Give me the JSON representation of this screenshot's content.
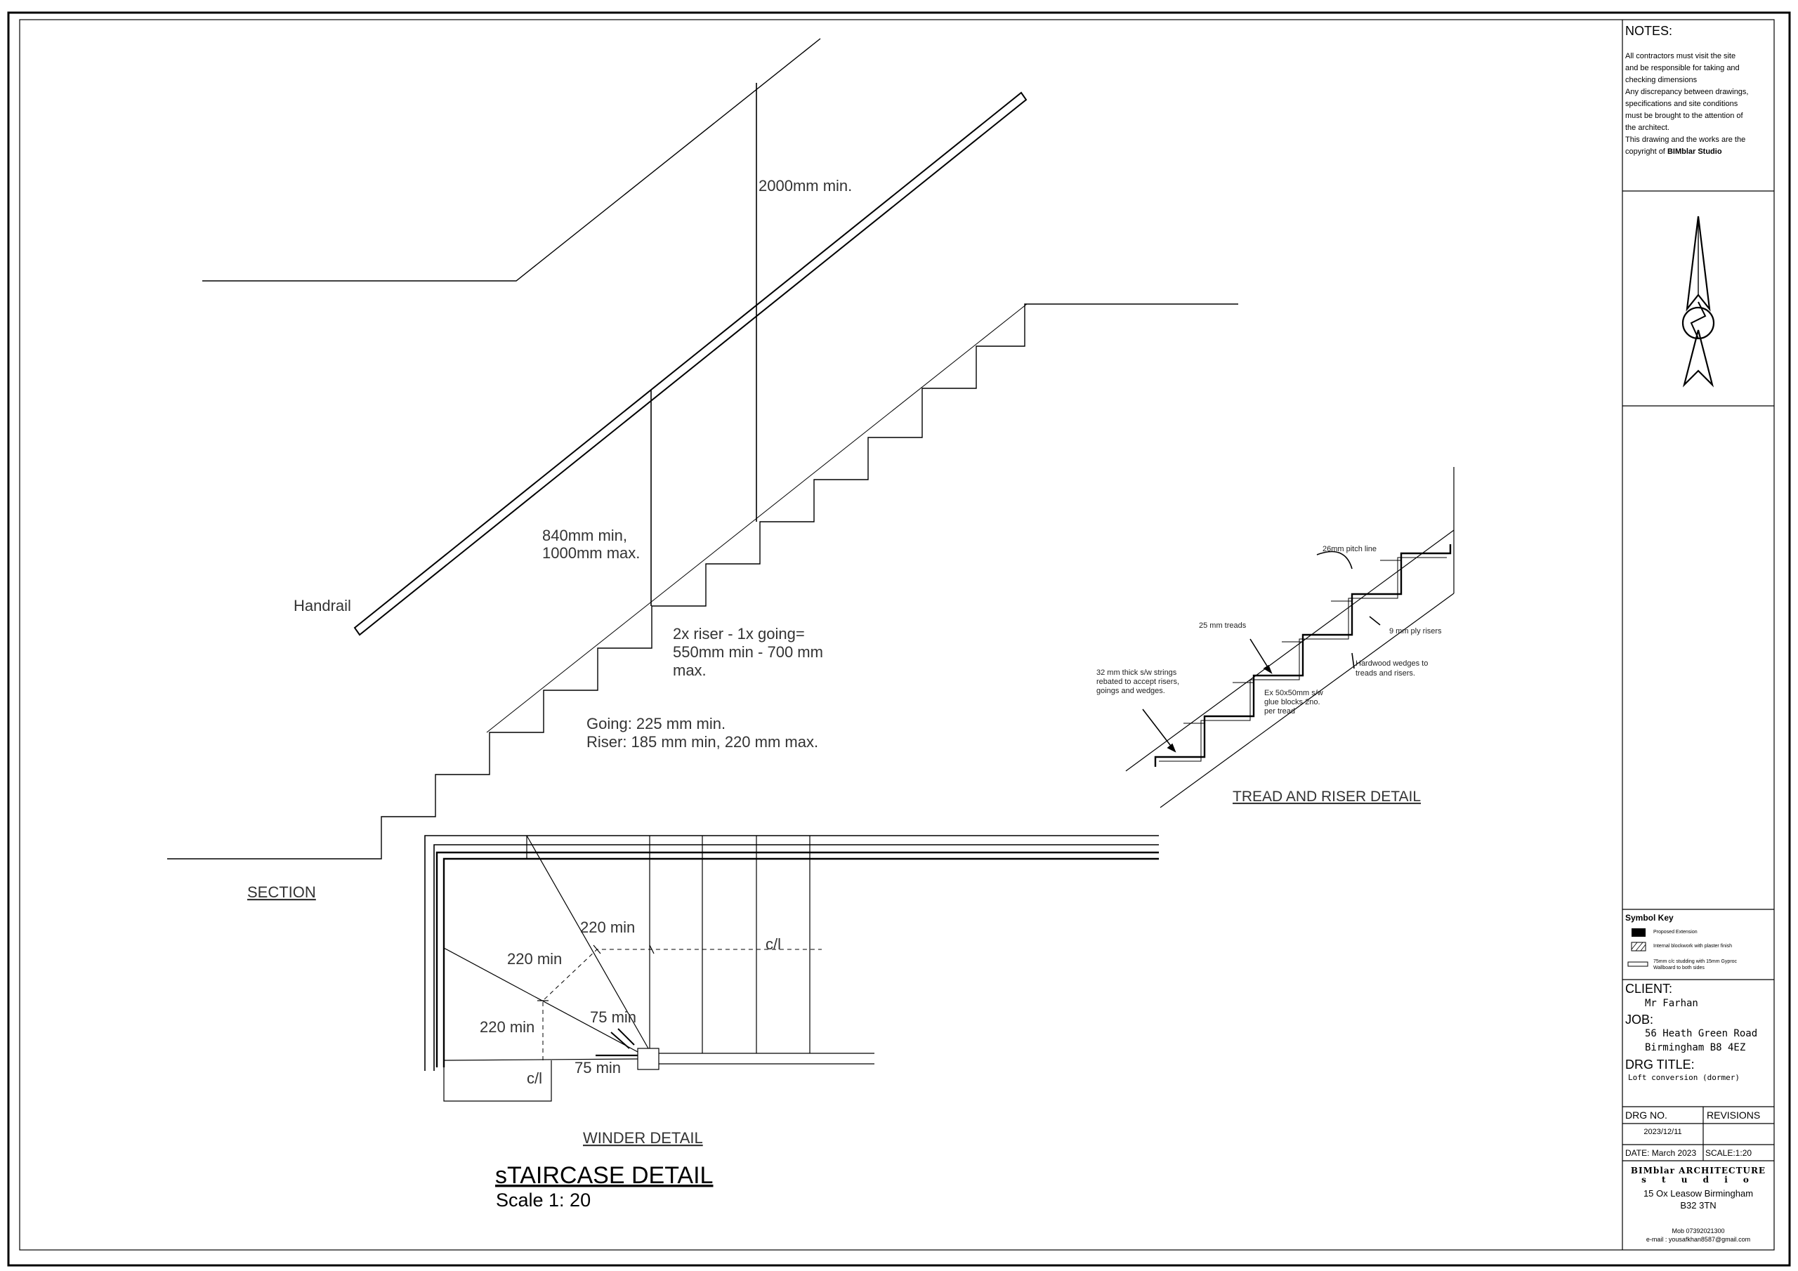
{
  "drawing": {
    "title": "sTAIRCASE DETAIL",
    "scale_label": "Scale 1: 20",
    "section": {
      "label": "SECTION",
      "handrail_label": "Handrail",
      "headroom": "2000mm min.",
      "handrail_height_1": "840mm min,",
      "handrail_height_2": "1000mm max.",
      "formula_1": "2x riser - 1x going=",
      "formula_2": "550mm min - 700 mm",
      "formula_3": "max.",
      "going": "Going: 225 mm min.",
      "riser": "Riser: 185 mm min, 220 mm max."
    },
    "tread_riser": {
      "label": "TREAD AND RISER DETAIL",
      "pitch_line": "26mm pitch line",
      "treads": "25 mm treads",
      "ply_risers": "9 mm ply risers",
      "wedges_1": "Hardwood wedges to",
      "wedges_2": "treads and risers.",
      "strings_1": "32 mm thick s/w strings",
      "strings_2": "rebated to accept risers,",
      "strings_3": "goings and wedges.",
      "blocks_1": "Ex 50x50mm s/w",
      "blocks_2": "glue blocks 2no.",
      "blocks_3": "per tread"
    },
    "winder": {
      "label": "WINDER DETAIL",
      "dim_220_a": "220 min",
      "dim_220_b": "220 min",
      "dim_220_c": "220 min",
      "dim_75_a": "75 min",
      "dim_75_b": "75 min",
      "cl_a": "c/l",
      "cl_b": "c/l"
    }
  },
  "title_block": {
    "notes_heading": "NOTES:",
    "notes": [
      "All contractors must visit the site",
      "and be responsible for taking and",
      "checking dimensions",
      "Any discrepancy between drawings,",
      "specifications and site conditions",
      "must be brought to the attention of",
      "the architect.",
      "This drawing and the works are the"
    ],
    "copyright_prefix": "copyright of",
    "copyright_studio": "BIMblar Studio",
    "symbol_key": {
      "heading": "Symbol Key",
      "item_1": "Proposed Extension",
      "item_2": "Internal blockwork with plaster finish",
      "item_3a": "75mm c/c studding with 15mm Gyproc",
      "item_3b": "Wallboard to both sides"
    },
    "client_heading": "CLIENT:",
    "client": "Mr Farhan",
    "job_heading": "JOB:",
    "job_1": "56 Heath Green Road",
    "job_2": "Birmingham B8 4EZ",
    "drg_title_heading": "DRG TITLE:",
    "drg_title": "Loft conversion (dormer)",
    "drg_no_heading": "DRG NO.",
    "revisions_heading": "REVISIONS",
    "drg_no": "2023/12/11",
    "date": "DATE: March 2023",
    "scale": "SCALE:1:20",
    "studio_1": "BIMblar ARCHITECTURE",
    "studio_2": "s t u d i o",
    "address_1": "15 Ox Leasow Birmingham",
    "address_2": "B32 3TN",
    "mob": "Mob 07392021300",
    "email": "e-mail : yousafkhan8587@gmail.com"
  }
}
